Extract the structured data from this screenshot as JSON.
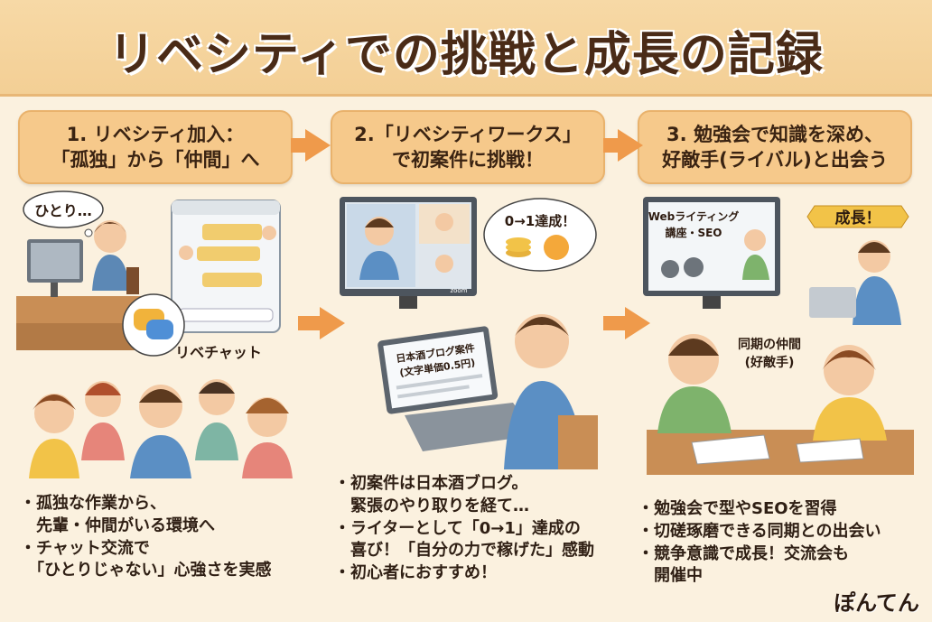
{
  "title": "リベシティでの挑戦と成長の記録",
  "steps": [
    {
      "line1": "1. リベシティ加入：",
      "line2": "「孤独」から「仲間」へ"
    },
    {
      "line1": "2.「リベシティワークス」",
      "line2": "で初案件に挑戦！"
    },
    {
      "line1": "3. 勉強会で知識を深め、",
      "line2": "好敵手(ライバル)と出会う"
    }
  ],
  "scene1": {
    "thought": "ひとり…",
    "chat_label": "リベチャット"
  },
  "scene2": {
    "bubble": "0→1達成！",
    "zoom": "zoom",
    "laptop_line1": "日本酒ブログ案件",
    "laptop_line2": "(文字単価0.5円)"
  },
  "scene3": {
    "board_line1": "Webライティング",
    "board_line2": "講座・SEO",
    "ribbon": "成長！",
    "peer_line1": "同期の仲間",
    "peer_line2": "(好敵手)"
  },
  "bullets": [
    [
      "・孤独な作業から、",
      "　先輩・仲間がいる環境へ",
      "・チャット交流で",
      "　「ひとりじゃない」心強さを実感"
    ],
    [
      "・初案件は日本酒ブログ。",
      "　緊張のやり取りを経て…",
      "・ライターとして「0→1」達成の",
      "　喜び！「自分の力で稼げた」感動",
      "・初心者におすすめ！"
    ],
    [
      "・勉強会で型やSEOを習得",
      "・切磋琢磨できる同期との出会い",
      "・競争意識で成長！交流会も",
      "　開催中"
    ]
  ],
  "signature": "ぽんてん",
  "colors": {
    "accent": "#ef9a4b",
    "step_bg": "#f6c98b",
    "title_band": "#f7d9a6",
    "background": "#fbf1df"
  }
}
